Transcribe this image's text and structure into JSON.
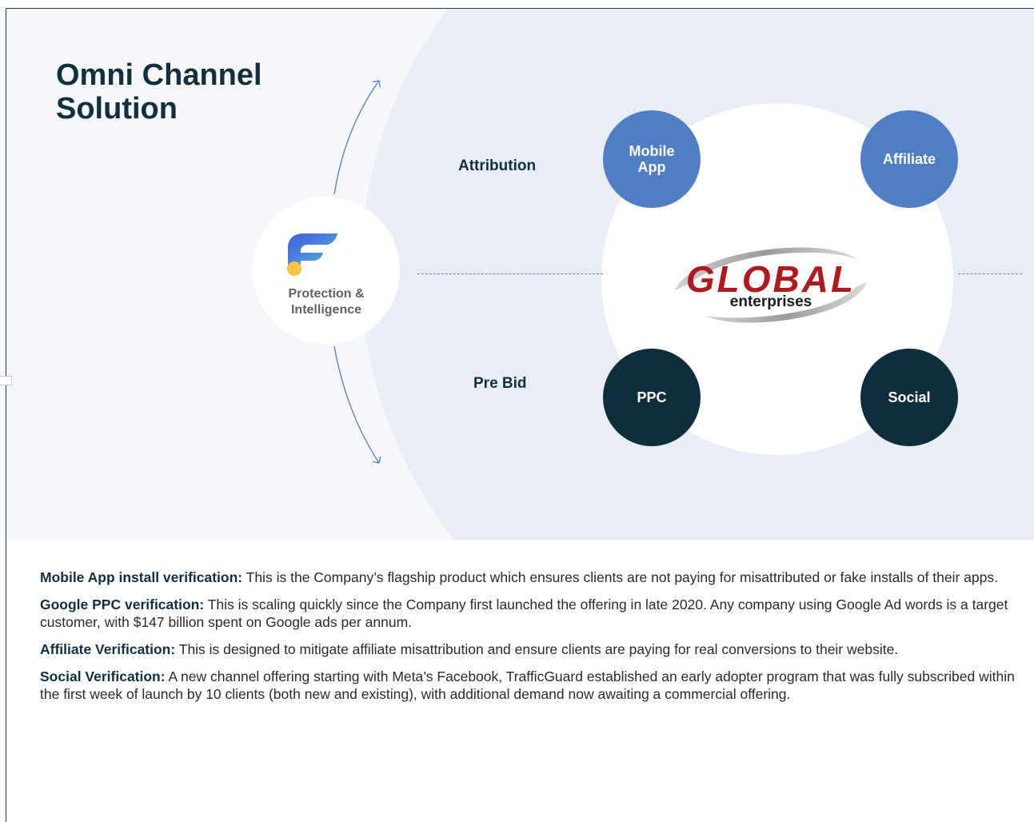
{
  "slide": {
    "title": "Omni Channel\nSolution",
    "center": {
      "label": "Protection &\nIntelligence",
      "icon": "trafficguard-logo-icon"
    },
    "labels": {
      "attribution": "Attribution",
      "pre_bid": "Pre Bid"
    },
    "nodes": {
      "mobile_app": "Mobile\nApp",
      "affiliate": "Affiliate",
      "ppc": "PPC",
      "social": "Social"
    },
    "logo": {
      "word": "GLOBAL",
      "sub": "enterprises"
    },
    "colors": {
      "navy": "#10303f",
      "blue_node": "#4f7ec4",
      "dark_node": "#0e2d3d",
      "logo_red": "#b0191e"
    }
  },
  "descriptions": [
    {
      "title": "Mobile App install verification:",
      "text": " This is the Company’s flagship product which ensures clients are not paying for misattributed or fake installs of their apps."
    },
    {
      "title": "Google PPC verification:",
      "text": " This is scaling quickly since the Company first launched the offering in late 2020.  Any company using Google Ad words is a target customer, with $147 billion spent on Google ads per annum."
    },
    {
      "title": "Affiliate Verification:",
      "text": " This is designed to mitigate affiliate misattribution and ensure clients are paying for real conversions to their website."
    },
    {
      "title": "Social Verification:",
      "text": " A new channel offering starting with Meta’s Facebook, TrafficGuard established an early adopter program that was fully subscribed within the first week of launch by 10 clients (both new and existing), with additional demand now awaiting a commercial offering."
    }
  ]
}
